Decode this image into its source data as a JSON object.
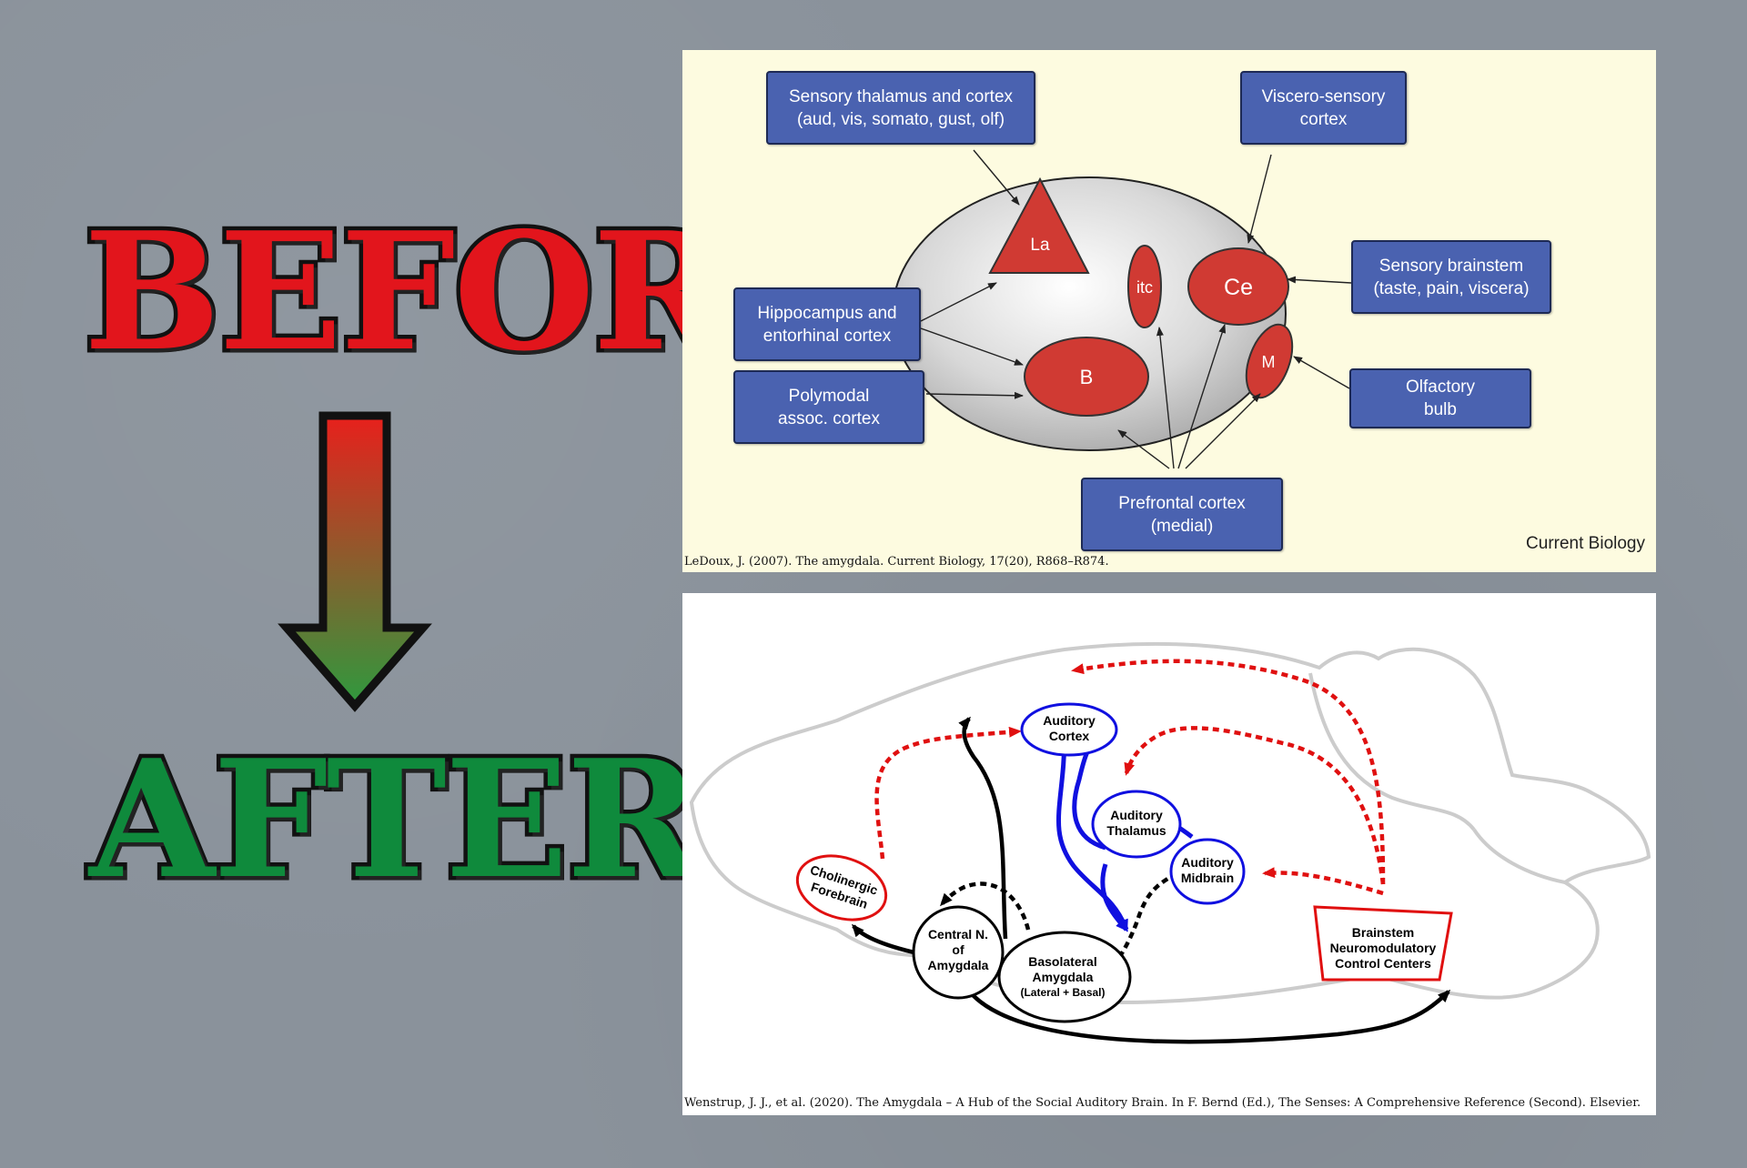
{
  "labels": {
    "before": "BEFORE",
    "after": "AFTER"
  },
  "top_diagram": {
    "boxes": {
      "sensory_thalamus": "Sensory thalamus and cortex\n(aud, vis, somato, gust, olf)",
      "viscero_sensory": "Viscero-sensory\ncortex",
      "hippocampus": "Hippocampus and\nentorhinal cortex",
      "polymodal": "Polymodal\nassoc. cortex",
      "sensory_brainstem": "Sensory brainstem\n(taste, pain, viscera)",
      "olfactory": "Olfactory\nbulb",
      "prefrontal": "Prefrontal cortex\n(medial)"
    },
    "nuclei": {
      "la": "La",
      "itc": "itc",
      "ce": "Ce",
      "b": "B",
      "m": "M"
    },
    "journal": "Current Biology",
    "citation": "LeDoux, J. (2007). The amygdala. Current Biology, 17(20), R868–R874.",
    "colors": {
      "background": "#fdfbe0",
      "box": "#4a62b0",
      "nucleus": "#d03a33"
    }
  },
  "bottom_diagram": {
    "nodes": {
      "auditory_cortex": [
        "Auditory",
        "Cortex"
      ],
      "auditory_thalamus": [
        "Auditory",
        "Thalamus"
      ],
      "auditory_midbrain": [
        "Auditory",
        "Midbrain"
      ],
      "cholinergic": [
        "Cholinergic",
        "Forebrain"
      ],
      "central_n": [
        "Central N.",
        "of",
        "Amygdala"
      ],
      "basolateral": [
        "Basolateral",
        "Amygdala",
        "(Lateral + Basal)"
      ],
      "brainstem": [
        "Brainstem",
        "Neuromodulatory",
        "Control Centers"
      ]
    },
    "citation": "Wenstrup, J. J., et al. (2020). The Amygdala – A Hub of the Social Auditory Brain. In F. Bernd (Ed.), The Senses: A Comprehensive Reference (Second). Elsevier.",
    "colors": {
      "auditory": "#1010e0",
      "modulatory": "#e01010",
      "amygdala": "#000000"
    }
  }
}
